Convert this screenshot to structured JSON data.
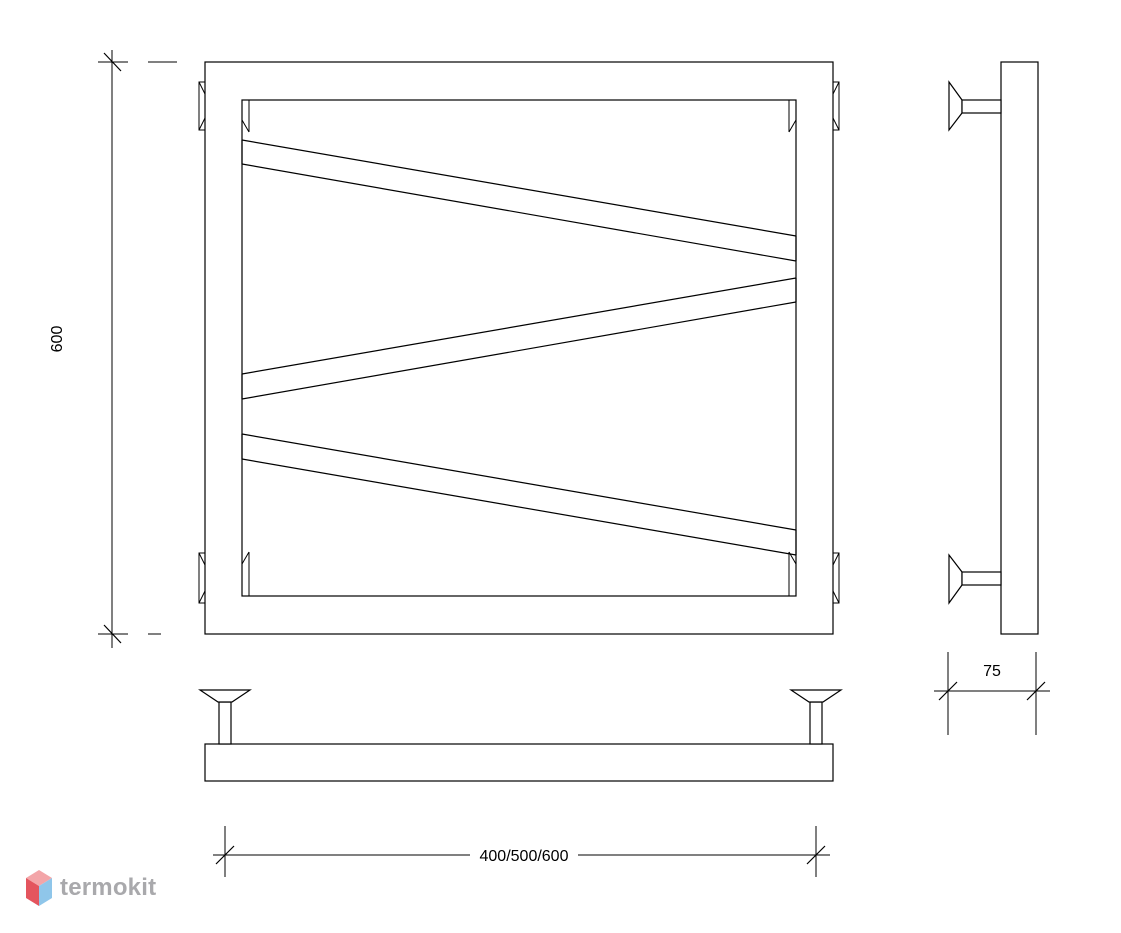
{
  "dimensions": {
    "height_label": "600",
    "depth_label": "75",
    "width_label": "400/500/600"
  },
  "brand": {
    "name": "termokit",
    "logo_colors": {
      "top": "#f3a5a8",
      "left": "#e4555e",
      "right": "#8fc6ea"
    },
    "text_color": "#a9a9ac"
  }
}
